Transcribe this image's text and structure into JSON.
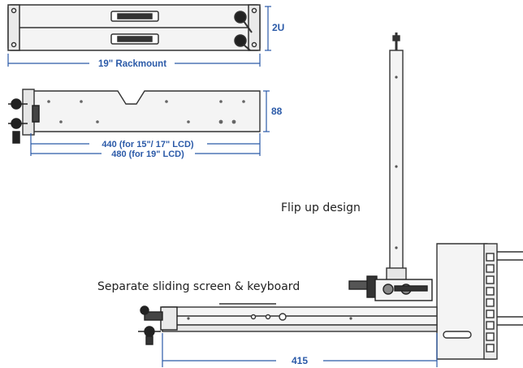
{
  "labels": {
    "units_2u": "2U",
    "rackmount": "19\" Rackmount",
    "height_88": "88",
    "depth_440": "440 (for 15\"/ 17\" LCD)",
    "depth_480": "480 (for 19\" LCD)",
    "flip_up": "Flip up design",
    "sliding": "Separate sliding screen & keyboard",
    "depth_415": "415"
  },
  "colors": {
    "dimension": "#2b5aa8",
    "line": "#333333",
    "fill": "#f2f2f2"
  }
}
